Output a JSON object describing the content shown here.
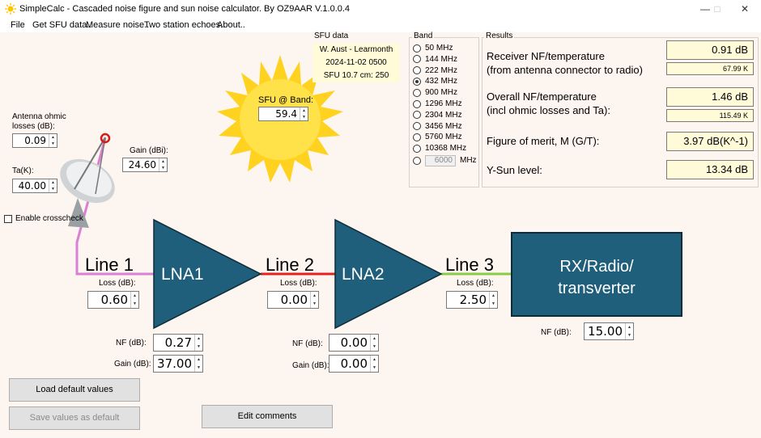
{
  "window": {
    "title": "SimpleCalc - Cascaded noise figure and sun noise calculator. By OZ9AAR V.1.0.0.4"
  },
  "menu": [
    "File",
    "Get SFU data..",
    "Measure noise..",
    "Two station echoes..",
    "About.."
  ],
  "antenna": {
    "ohmic_label": "Antenna ohmic losses (dB):",
    "ohmic_value": "0.09",
    "ta_label": "Ta(K):",
    "ta_value": "40.00",
    "gain_label": "Gain (dBi):",
    "gain_value": "24.60",
    "crosscheck_label": "Enable crosscheck"
  },
  "sun": {
    "label": "SFU @ Band:",
    "value": "59.4"
  },
  "sfu": {
    "title": "SFU data",
    "lines": [
      "W. Aust - Learmonth",
      "2024-11-02 0500",
      "SFU 10.7 cm: 250"
    ]
  },
  "band": {
    "title": "Band",
    "options": [
      "50 MHz",
      "144 MHz",
      "222 MHz",
      "432 MHz",
      "900 MHz",
      "1296 MHz",
      "2304 MHz",
      "3456 MHz",
      "5760 MHz",
      "10368 MHz"
    ],
    "selected": "432 MHz",
    "custom_value": "6000",
    "custom_unit": "MHz"
  },
  "results": {
    "title": "Results",
    "rx_nf_label_1": "Receiver NF/temperature",
    "rx_nf_label_2": "(from antenna connector to radio)",
    "rx_nf_value": "0.91 dB",
    "rx_temp_value": "67.99 K",
    "overall_label_1": "Overall NF/temperature",
    "overall_label_2": "(incl ohmic losses and Ta):",
    "overall_nf_value": "1.46 dB",
    "overall_temp_value": "115.49 K",
    "fom_label": "Figure of merit, M (G/T):",
    "fom_value": "3.97 dB(K^-1)",
    "ysun_label": "Y-Sun level:",
    "ysun_value": "13.34 dB"
  },
  "chain": {
    "line1": {
      "title": "Line 1",
      "loss_label": "Loss (dB):",
      "loss_value": "0.60"
    },
    "lna1": {
      "title": "LNA1",
      "nf_label": "NF (dB):",
      "nf_value": "0.27",
      "gain_label": "Gain (dB):",
      "gain_value": "37.00"
    },
    "line2": {
      "title": "Line 2",
      "loss_label": "Loss (dB):",
      "loss_value": "0.00"
    },
    "lna2": {
      "title": "LNA2",
      "nf_label": "NF (dB):",
      "nf_value": "0.00",
      "gain_label": "Gain (dB):",
      "gain_value": "0.00"
    },
    "line3": {
      "title": "Line 3",
      "loss_label": "Loss (dB):",
      "loss_value": "2.50"
    },
    "radio": {
      "title_1": "RX/Radio/",
      "title_2": "transverter",
      "nf_label": "NF (dB):",
      "nf_value": "15.00"
    }
  },
  "buttons": {
    "load_defaults": "Load default values",
    "save_defaults": "Save values as default",
    "edit_comments": "Edit comments"
  },
  "colors": {
    "stage_fill": "#1f5f7c",
    "line1": "#d97fd4",
    "line2": "#e62020",
    "line3": "#88cc44",
    "sun": "#ffd21f"
  },
  "icons": [
    "sun-icon",
    "satellite-dish-icon",
    "minimize-icon",
    "maximize-icon",
    "close-icon"
  ]
}
